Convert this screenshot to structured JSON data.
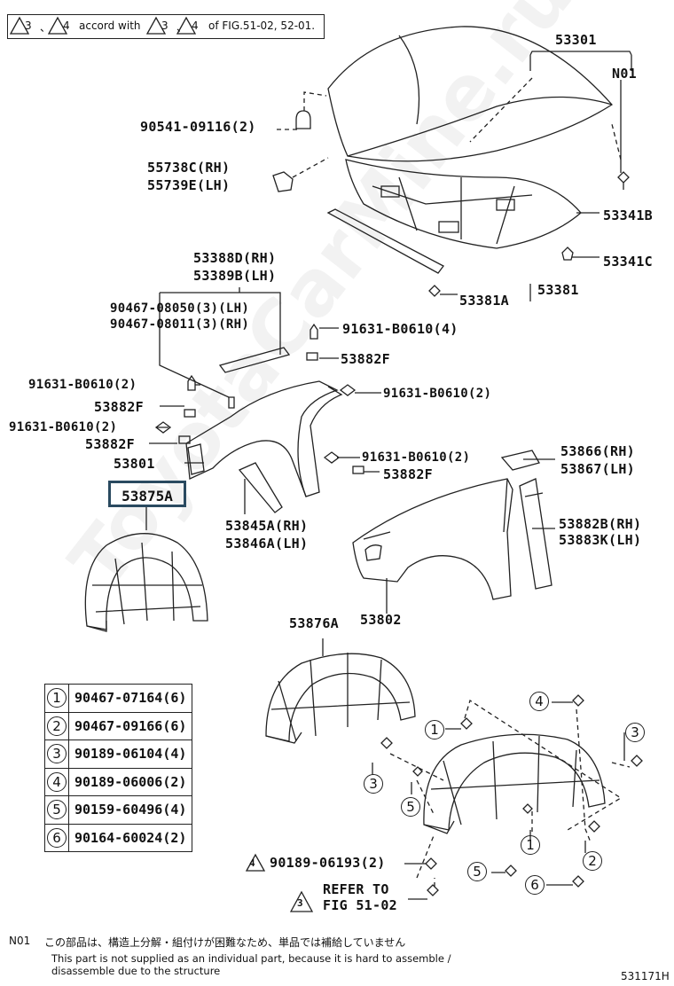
{
  "header_note": {
    "t1": "3",
    "t2": "4",
    "text1": "accord with",
    "t3": "3",
    "t4": "4",
    "text2": "of FIG.51-02, 52-01."
  },
  "labels": {
    "p53301": "53301",
    "n01": "N01",
    "p90541": "90541-09116(2)",
    "p55738": "55738C(RH)",
    "p55739": "55739E(LH)",
    "p53341b": "53341B",
    "p53341c": "53341C",
    "p53381": "53381",
    "p53381a": "53381A",
    "p53388": "53388D(RH)",
    "p53389": "53389B(LH)",
    "p90467a": "90467-08050(3)(LH)",
    "p90467b": "90467-08011(3)(RH)",
    "p91631a": "91631-B0610(4)",
    "p53882f_a": "53882F",
    "p91631b": "91631-B0610(2)",
    "p91631c": "91631-B0610(2)",
    "p53882f_b": "53882F",
    "p91631d": "91631-B0610(2)",
    "p53882f_c": "53882F",
    "p53801": "53801",
    "p91631e": "91631-B0610(2)",
    "p53882f_d": "53882F",
    "p53866": "53866(RH)",
    "p53867": "53867(LH)",
    "p53875a": "53875A",
    "p53845a": "53845A(RH)",
    "p53846a": "53846A(LH)",
    "p53882b": "53882B(RH)",
    "p53883k": "53883K(LH)",
    "p53876a": "53876A",
    "p53802": "53802",
    "p90189": "90189-06193(2)",
    "refer1": "REFER TO",
    "refer2": "FIG 51-02"
  },
  "tri": {
    "t_90189": "4",
    "t_refer": "3"
  },
  "legend": [
    {
      "num": "1",
      "part": "90467-07164(6)"
    },
    {
      "num": "2",
      "part": "90467-09166(6)"
    },
    {
      "num": "3",
      "part": "90189-06104(4)"
    },
    {
      "num": "4",
      "part": "90189-06006(2)"
    },
    {
      "num": "5",
      "part": "90159-60496(4)"
    },
    {
      "num": "6",
      "part": "90164-60024(2)"
    }
  ],
  "callouts": {
    "c4": "4",
    "c1a": "1",
    "c3a": "3",
    "c3b": "3",
    "c5a": "5",
    "c1b": "1",
    "c2": "2",
    "c5b": "5",
    "c6": "6"
  },
  "footer": {
    "n01": "N01",
    "jp": "この部品は、構造上分解・組付けが困難なため、単品では補給していません",
    "en1": "This part is not supplied as an individual part, because it is hard to assemble /",
    "en2": "disassemble due to the structure",
    "code": "531171H"
  },
  "watermark": "ToyotaCarMine.ru"
}
